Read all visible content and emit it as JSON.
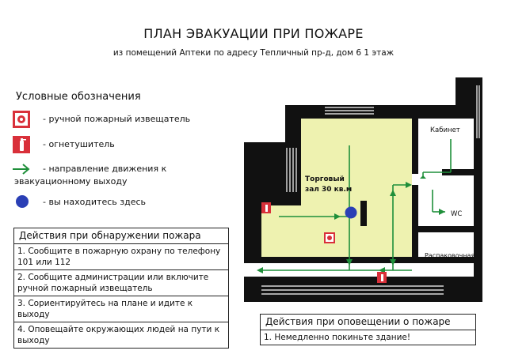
{
  "header": {
    "title": "ПЛАН ЭВАКУАЦИИ ПРИ ПОЖАРЕ",
    "subtitle": "из помещений Аптеки по адресу Тепличный пр-д, дом 6  1 этаж"
  },
  "legend": {
    "title": "Условные обозначения",
    "items": [
      {
        "icon": "fire-alarm-icon",
        "label": "- ручной пожарный извещатель"
      },
      {
        "icon": "extinguisher-icon",
        "label": "- огнетушитель"
      },
      {
        "icon": "green-arrow-icon",
        "label": "- направление движения к",
        "label2": "эвакуационному выходу"
      },
      {
        "icon": "you-are-here-dot",
        "label": "- вы находитесь здесь"
      }
    ]
  },
  "fire_actions": {
    "title": "Действия при обнаружении пожара",
    "steps": [
      {
        "line1": "1. Сообщите в пожарную охрану по телефону",
        "line2": "101 или 112"
      },
      {
        "line1": "2. Сообщите администрации или включите",
        "line2": "ручной пожарный извещатель"
      },
      {
        "line1": "3. Сориентируйтесь на плане и идите к выходу",
        "line2": ""
      },
      {
        "line1": "4. Оповещайте окружающих людей на пути к",
        "line2": "выходу"
      }
    ]
  },
  "alert_actions": {
    "title": "Действия при оповещении о пожаре",
    "steps": [
      "1. Немедленно покиньте здание!"
    ]
  },
  "plan": {
    "hall_label_1": "Торговый",
    "hall_label_2": "зал 30 кв.м",
    "room_cabinet": "Кабинет",
    "room_wc": "WC",
    "room_unpacking": "Распаковочная"
  },
  "colors": {
    "wall": "#111111",
    "hall_fill": "#eef2b0",
    "arrow": "#1f8f3a",
    "icon_red": "#d9303a",
    "you_are_here": "#2a3fb5"
  }
}
